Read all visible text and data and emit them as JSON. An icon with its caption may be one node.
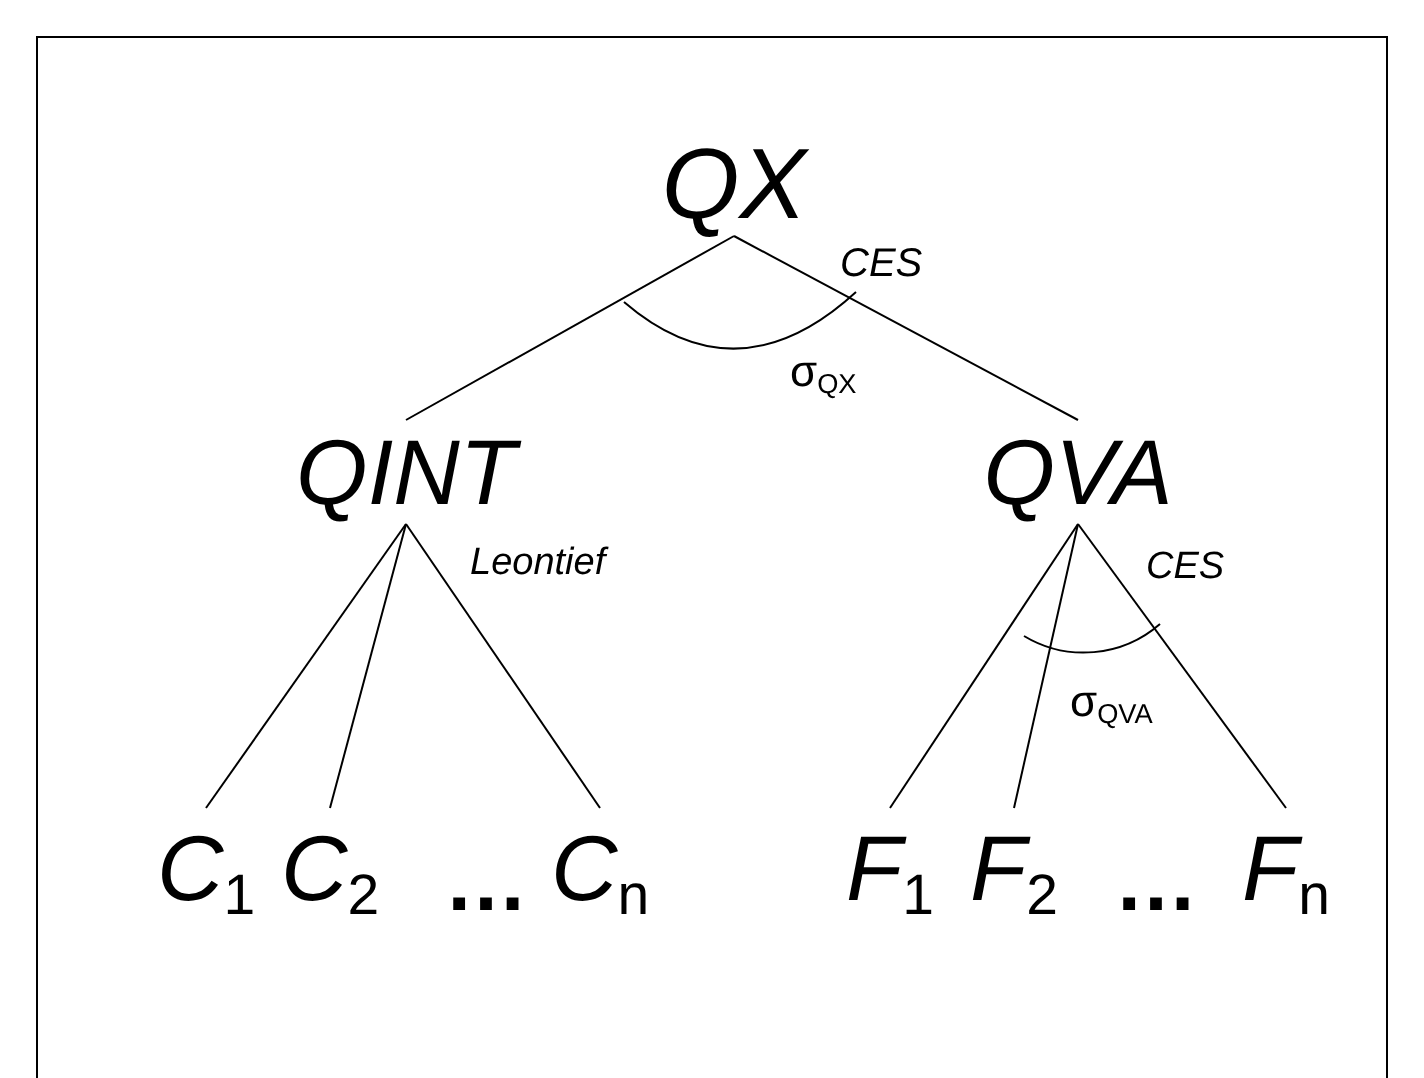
{
  "diagram": {
    "nodes": [
      {
        "text": [
          "*QX*"
        ]
      },
      {
        "text": [
          "*QINT*"
        ]
      },
      {
        "text": [
          "*QVA*"
        ]
      },
      {
        "text": [
          "*C*$_{1}$"
        ]
      },
      {
        "text": [
          "*C*$_{2}$"
        ]
      },
      {
        "text": [
          "*C*$_{n}$"
        ]
      },
      {
        "text": [
          "*F*$_{1}$"
        ]
      },
      {
        "text": [
          "*F*$_{2}$"
        ]
      },
      {
        "text": [
          "*F*$_{n}$"
        ]
      }
    ],
    "edges": [
      {
        "from": 0,
        "to": 1,
        "arrow": "none"
      },
      {
        "from": 0,
        "to": 2,
        "arrow": "none"
      },
      {
        "from": 1,
        "to": 3,
        "arrow": "none"
      },
      {
        "from": 1,
        "to": 4,
        "arrow": "none"
      },
      {
        "from": 1,
        "to": 5,
        "arrow": "none"
      },
      {
        "from": 2,
        "to": 6,
        "arrow": "none"
      },
      {
        "from": 2,
        "to": 7,
        "arrow": "none"
      },
      {
        "from": 2,
        "to": 8,
        "arrow": "none"
      }
    ],
    "labels": [
      "CES",
      "σ$_{QX}$",
      "Leontief",
      "CES",
      "σ$_{QVA}$",
      "…",
      "…"
    ]
  }
}
